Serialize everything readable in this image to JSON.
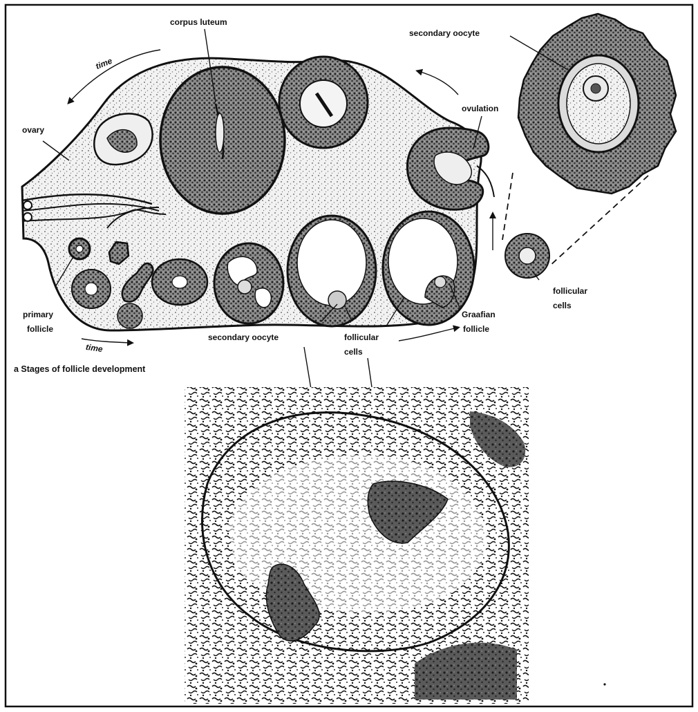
{
  "figure": {
    "caption": "a  Stages of follicle development",
    "labels": {
      "corpus_luteum": "corpus luteum",
      "secondary_oocyte_top": "secondary oocyte",
      "time_top": "time",
      "ovulation": "ovulation",
      "ovary": "ovary",
      "primary_follicle_1": "primary",
      "primary_follicle_2": "follicle",
      "time_bottom": "time",
      "secondary_oocyte_bottom": "secondary oocyte",
      "follicular_cells_mid_1": "follicular",
      "follicular_cells_mid_2": "cells",
      "graafian_follicle_1": "Graafian",
      "graafian_follicle_2": "follicle",
      "follicular_cells_right_1": "follicular",
      "follicular_cells_right_2": "cells"
    }
  },
  "colors": {
    "ink": "#111111",
    "stroma": "#d8d8d8",
    "tissue": "#6a6a6a",
    "background": "#ffffff"
  }
}
